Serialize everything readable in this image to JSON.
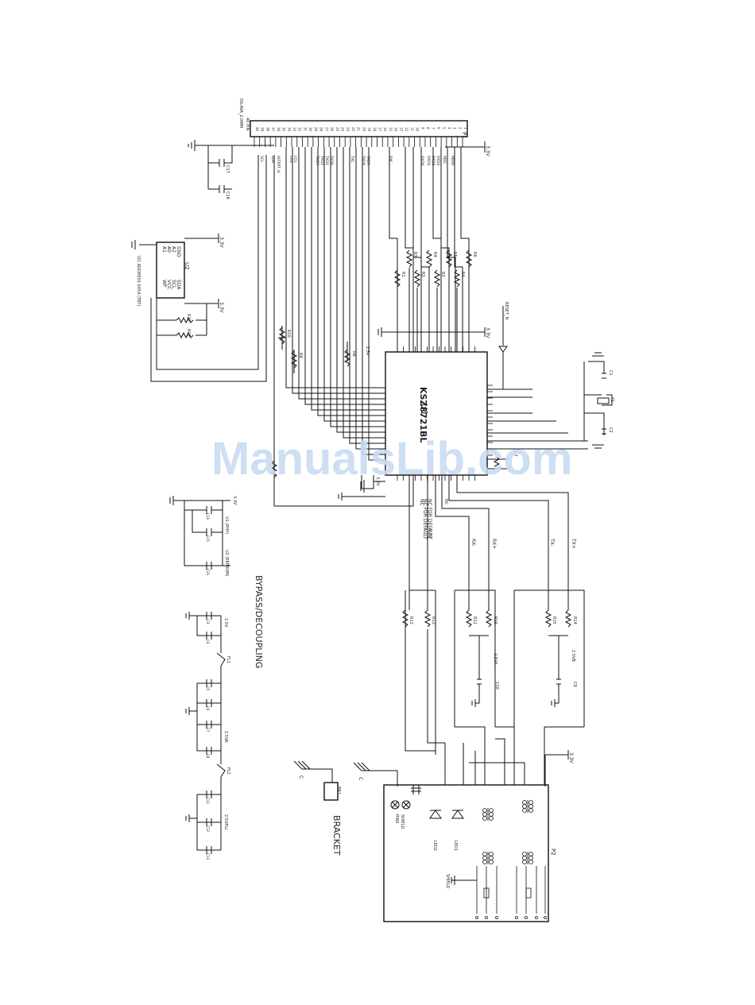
{
  "connector_p1": {
    "ref": "P1",
    "part": "DIL40A_2.0MM",
    "pin_count": "40 PIN",
    "pins": [
      "1",
      "2",
      "3",
      "4",
      "5",
      "6",
      "7",
      "8",
      "9",
      "10",
      "11",
      "12",
      "13",
      "14",
      "15",
      "16",
      "17",
      "18",
      "19",
      "20",
      "21",
      "22",
      "23",
      "24",
      "25",
      "26",
      "27",
      "28",
      "29",
      "30",
      "31",
      "32",
      "33",
      "34",
      "35",
      "36",
      "37",
      "38",
      "39",
      "40"
    ],
    "signals": [
      "MDIO",
      "MDC",
      "RXD3",
      "RXD2",
      "RXD1",
      "RXD0",
      "RXC",
      "TXC",
      "TXER",
      "TXEN",
      "TXD0",
      "TXD1",
      "TXD2",
      "TXD3",
      "COL",
      "CRS",
      "INTRPT_N",
      "SDA",
      "SCL"
    ]
  },
  "phy_u1": {
    "ref": "U1",
    "part": "KSZ8721BL"
  },
  "eeprom_u2": {
    "ref": "U2",
    "pins_left": [
      "A0",
      "A1",
      "A2",
      "GND"
    ],
    "pins_right": [
      "VCC",
      "WP",
      "SCL",
      "SDA"
    ],
    "note": "I2C ADDRESS 0X54 (TBT)"
  },
  "crystal": {
    "ref": "Y1"
  },
  "rails": {
    "v33": "3.3V",
    "v25": "2.5V",
    "v25a": "2.5VA",
    "v25pll": "2.5VPLL",
    "v25b": "2.5VB"
  },
  "caps": [
    "C1",
    "C2",
    "C3",
    "C4",
    "C5",
    "C6",
    "C7",
    "C8",
    "C9",
    "C10",
    "C11",
    "C12",
    "C13",
    "C14",
    "C15",
    "C16",
    "C17",
    "C18"
  ],
  "resistors": [
    "R1",
    "R2",
    "R3",
    "R4",
    "R5",
    "R6",
    "R7",
    "R8",
    "R9",
    "R10",
    "R11",
    "R12",
    "R13",
    "R14",
    "R15",
    "R16",
    "R17",
    "R18",
    "R19",
    "R20"
  ],
  "ferrites": [
    "FL1",
    "FL2"
  ],
  "decoupling_notes": [
    "U1 (PHY)",
    "U2 (EEPROM)"
  ],
  "nc_notes": [
    "NC",
    "NC FOR DEFAULT",
    "NC FOR DEFAULT"
  ],
  "analog_nets": [
    "RX-",
    "RX+",
    "TX-",
    "TX+"
  ],
  "reset_label": "RESET_N",
  "magjack": {
    "ref": "P2",
    "leds": [
      "LED1",
      "LED2"
    ],
    "shield": "SHIELD",
    "pins_label": "PINS",
    "shield_pin": "SHIELD"
  },
  "bracket": {
    "ref": "BR1",
    "title": "BRACKET"
  },
  "chassis_label": "C",
  "section_title": "BYPASS/DECOUPLING",
  "watermark": "ManualsLib.com"
}
